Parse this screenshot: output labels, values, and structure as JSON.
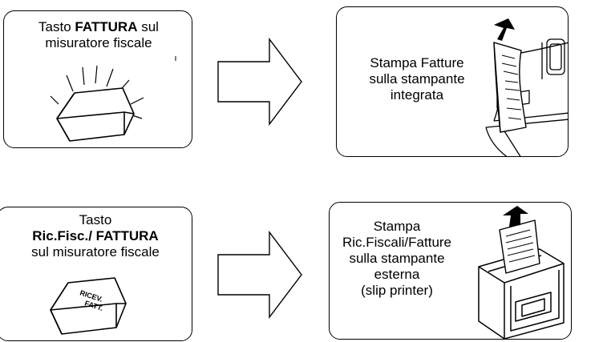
{
  "top_left": {
    "line1_prefix": "Tasto ",
    "line1_bold": "FATTURA",
    "line1_suffix": " sul",
    "line2": "misuratore fiscale"
  },
  "top_right": {
    "line1": "Stampa Fatture",
    "line2": "sulla stampante",
    "line3": "integrata"
  },
  "bottom_left": {
    "line1": "Tasto",
    "line2_bold": "Ric.Fisc./ FATTURA",
    "line3": "sul misuratore fiscale",
    "key_label_1": "RICEV.",
    "key_label_2": "FATT."
  },
  "bottom_right": {
    "line1": "Stampa",
    "line2": "Ric.Fiscali/Fatture",
    "line3": "sulla stampante",
    "line4": "esterna",
    "line5": "(slip printer)"
  },
  "icons": [
    "flow-arrow-icon",
    "key-button-icon",
    "integrated-printer-icon",
    "slip-printer-icon"
  ]
}
